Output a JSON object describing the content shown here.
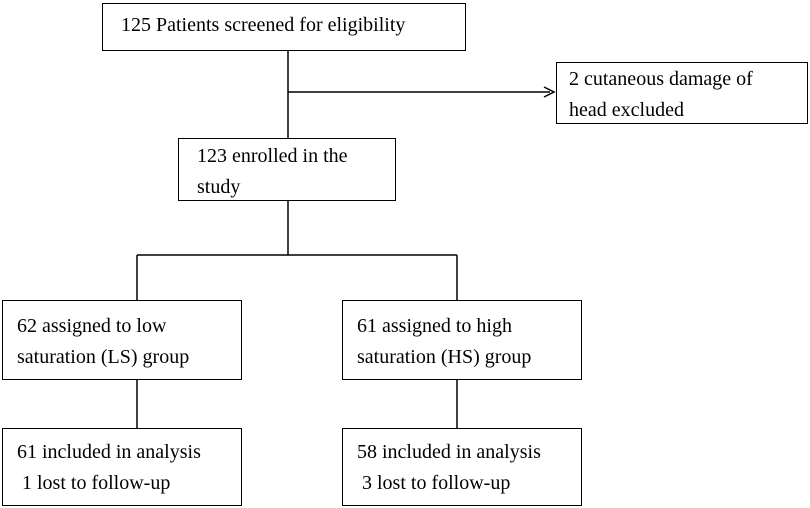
{
  "diagram": {
    "screened": [
      "125 Patients screened for eligibility"
    ],
    "excluded": [
      "2 cutaneous damage of",
      "head excluded"
    ],
    "enrolled": [
      "123 enrolled in the",
      "study"
    ],
    "low_group": [
      "62 assigned to low",
      "saturation (LS) group"
    ],
    "high_group": [
      "61 assigned to high",
      "saturation (HS) group"
    ],
    "low_analysis": [
      "61 included in analysis",
      " 1 lost to follow-up"
    ],
    "high_analysis": [
      "58 included in analysis",
      " 3 lost to follow-up"
    ]
  }
}
